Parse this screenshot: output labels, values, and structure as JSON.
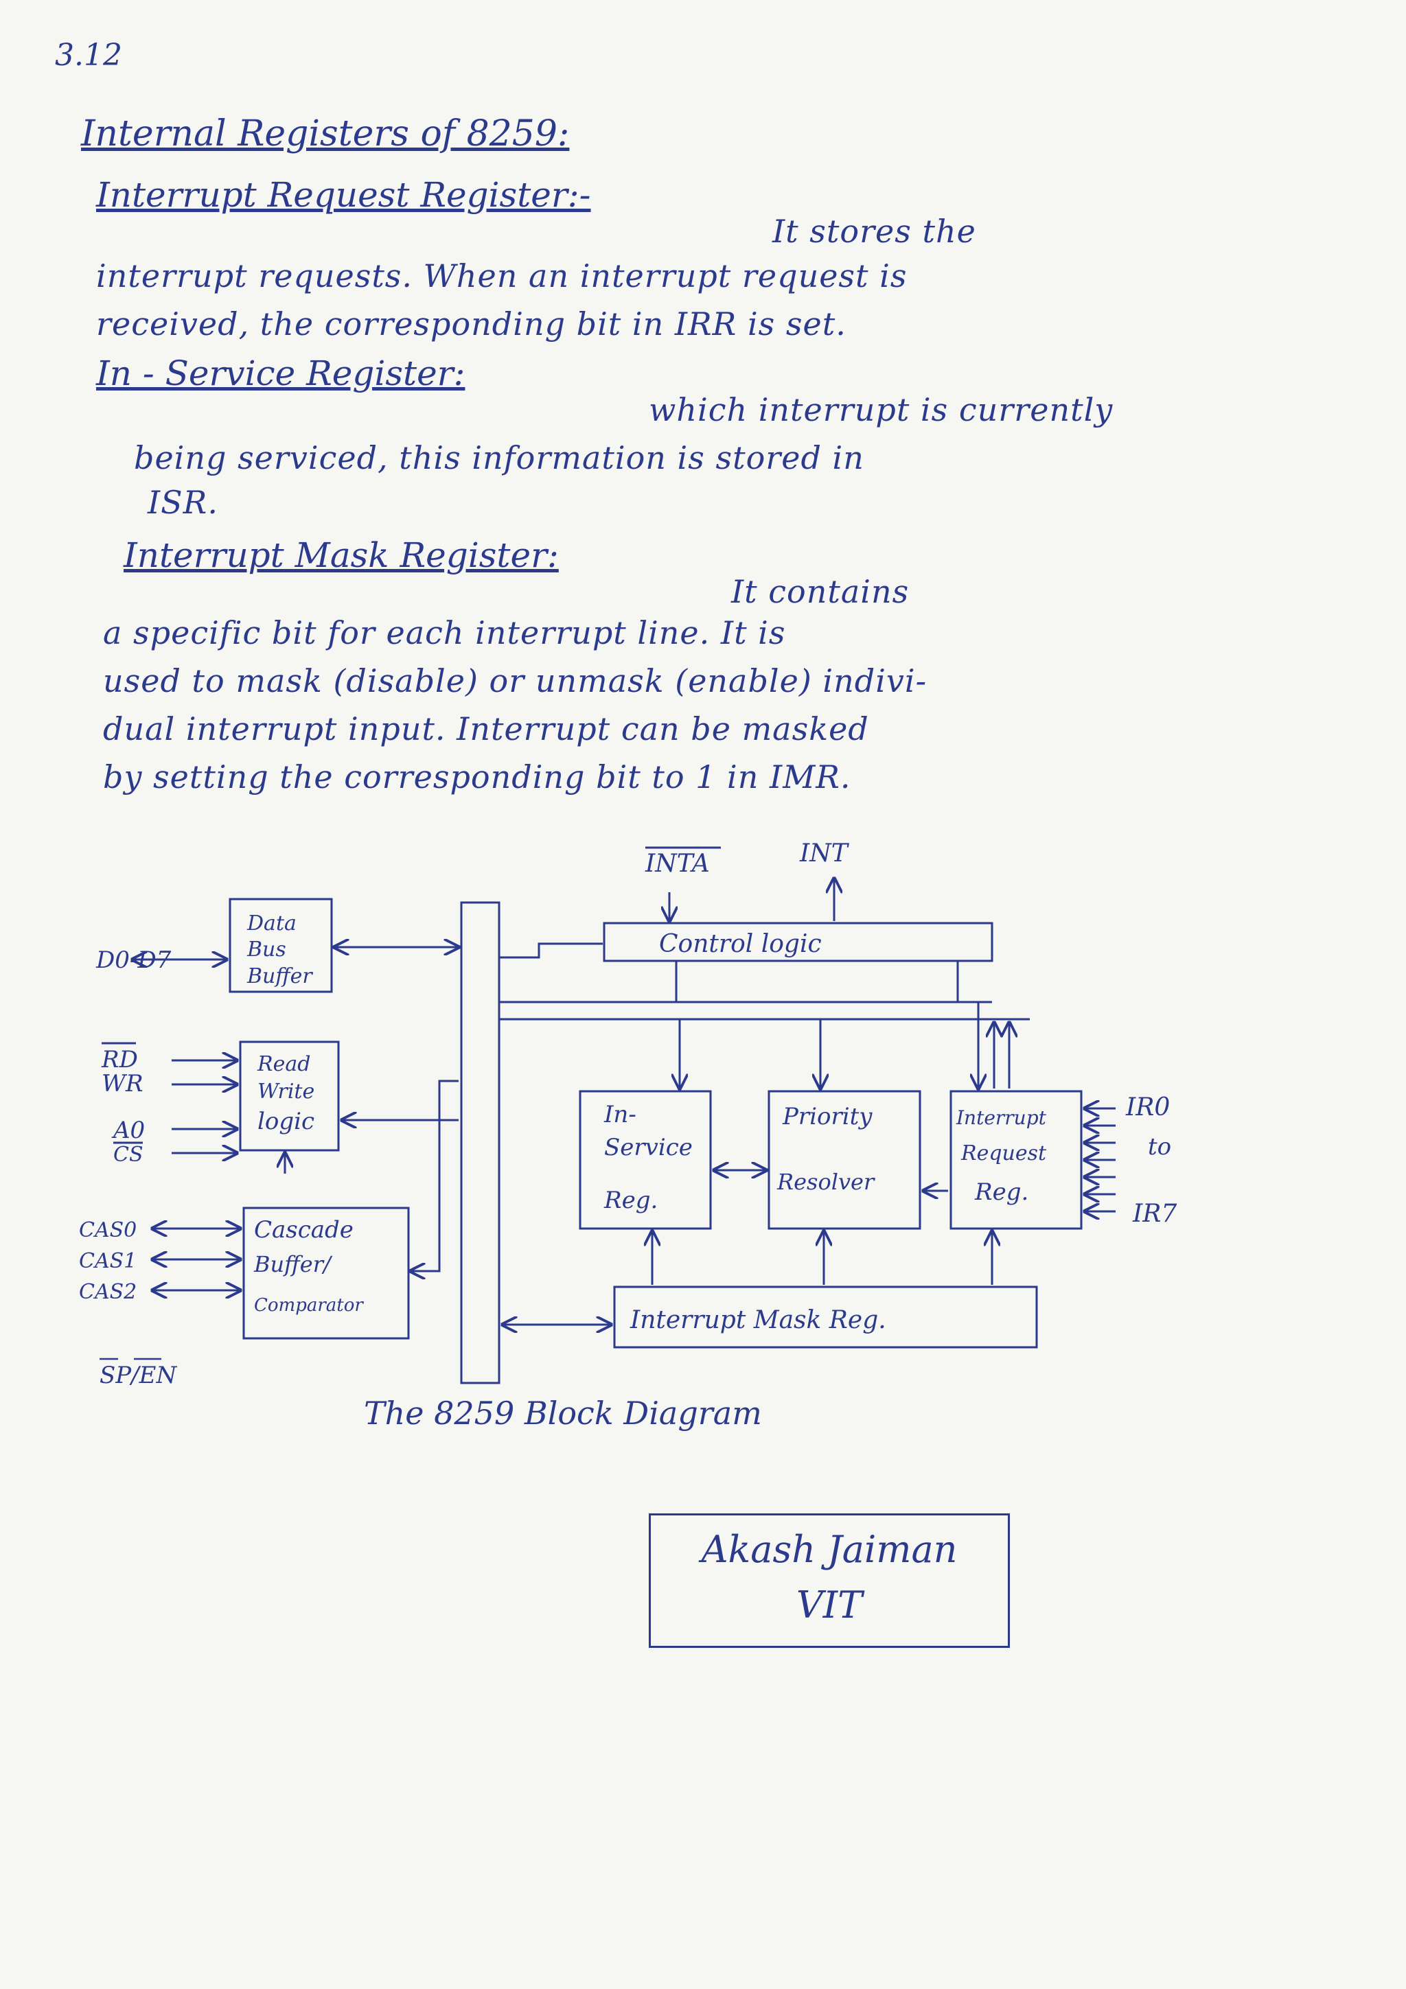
{
  "page_number": "3.12",
  "heading": "Internal Registers of 8259:",
  "irr": {
    "title": "Interrupt Request Register:-",
    "lines": [
      "It stores the",
      "interrupt requests. When an interrupt request is",
      "received, the corresponding bit in IRR is set."
    ]
  },
  "isr": {
    "title": "In - Service Register:",
    "lines": [
      "which interrupt is currently",
      "being serviced, this information is stored in",
      "ISR."
    ]
  },
  "imr": {
    "title": "Interrupt Mask Register:",
    "lines": [
      "It contains",
      "a specific bit for each interrupt line. It is",
      "used to mask (disable) or unmask (enable) indivi-",
      "dual interrupt input. Interrupt can be masked",
      "by setting the corresponding bit to 1 in IMR."
    ]
  },
  "diagram": {
    "caption": "The 8259 Block Diagram",
    "signals": {
      "inta": "INTA",
      "int": "INT",
      "d0_d7": "D0-D7",
      "rd": "RD",
      "wr": "WR",
      "a0": "A0",
      "cs": "CS",
      "cas0": "CAS0",
      "cas1": "CAS1",
      "cas2": "CAS2",
      "sp_en": "SP/EN",
      "ir0": "IR0",
      "to": "to",
      "ir7": "IR7"
    },
    "blocks": {
      "data_bus_buffer": [
        "Data",
        "Bus",
        "Buffer"
      ],
      "read_write_logic": [
        "Read",
        "Write",
        "logic"
      ],
      "cascade_buffer": [
        "Cascade",
        "Buffer/",
        "Comparator"
      ],
      "control_logic": "Control logic",
      "in_service": [
        "In-",
        "Service",
        "Reg."
      ],
      "priority_resolver": [
        "Priority",
        "Resolver"
      ],
      "interrupt_request": [
        "Interrupt",
        "Request",
        "Reg."
      ],
      "interrupt_mask": "Interrupt Mask Reg."
    }
  },
  "signature": [
    "Akash Jaiman",
    "VIT"
  ]
}
